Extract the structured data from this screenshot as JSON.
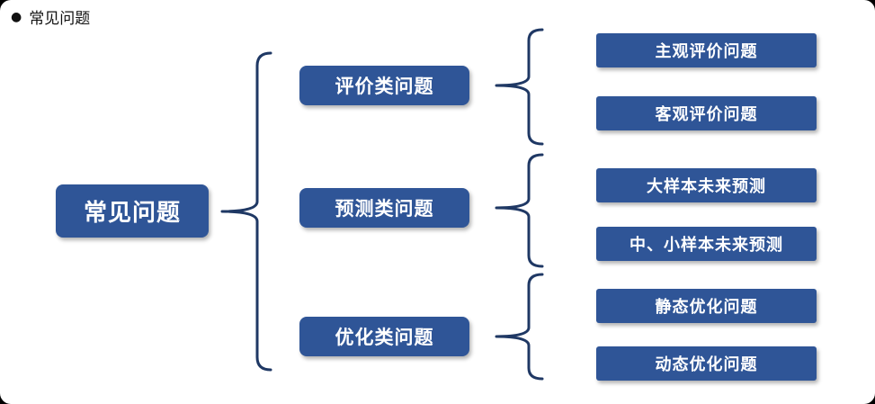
{
  "page": {
    "heading_bullet": "●",
    "heading": "常见问题"
  },
  "diagram": {
    "root": {
      "label": "常见问题"
    },
    "branches": [
      {
        "label": "评价类问题",
        "children": [
          {
            "label": "主观评价问题"
          },
          {
            "label": "客观评价问题"
          }
        ]
      },
      {
        "label": "预测类问题",
        "children": [
          {
            "label": "大样本未来预测"
          },
          {
            "label": "中、小样本未来预测"
          }
        ]
      },
      {
        "label": "优化类问题",
        "children": [
          {
            "label": "静态优化问题"
          },
          {
            "label": "动态优化问题"
          }
        ]
      }
    ],
    "colors": {
      "node_fill": "#2F5597",
      "node_text": "#FFFFFF",
      "brace_stroke": "#1F3864"
    }
  }
}
